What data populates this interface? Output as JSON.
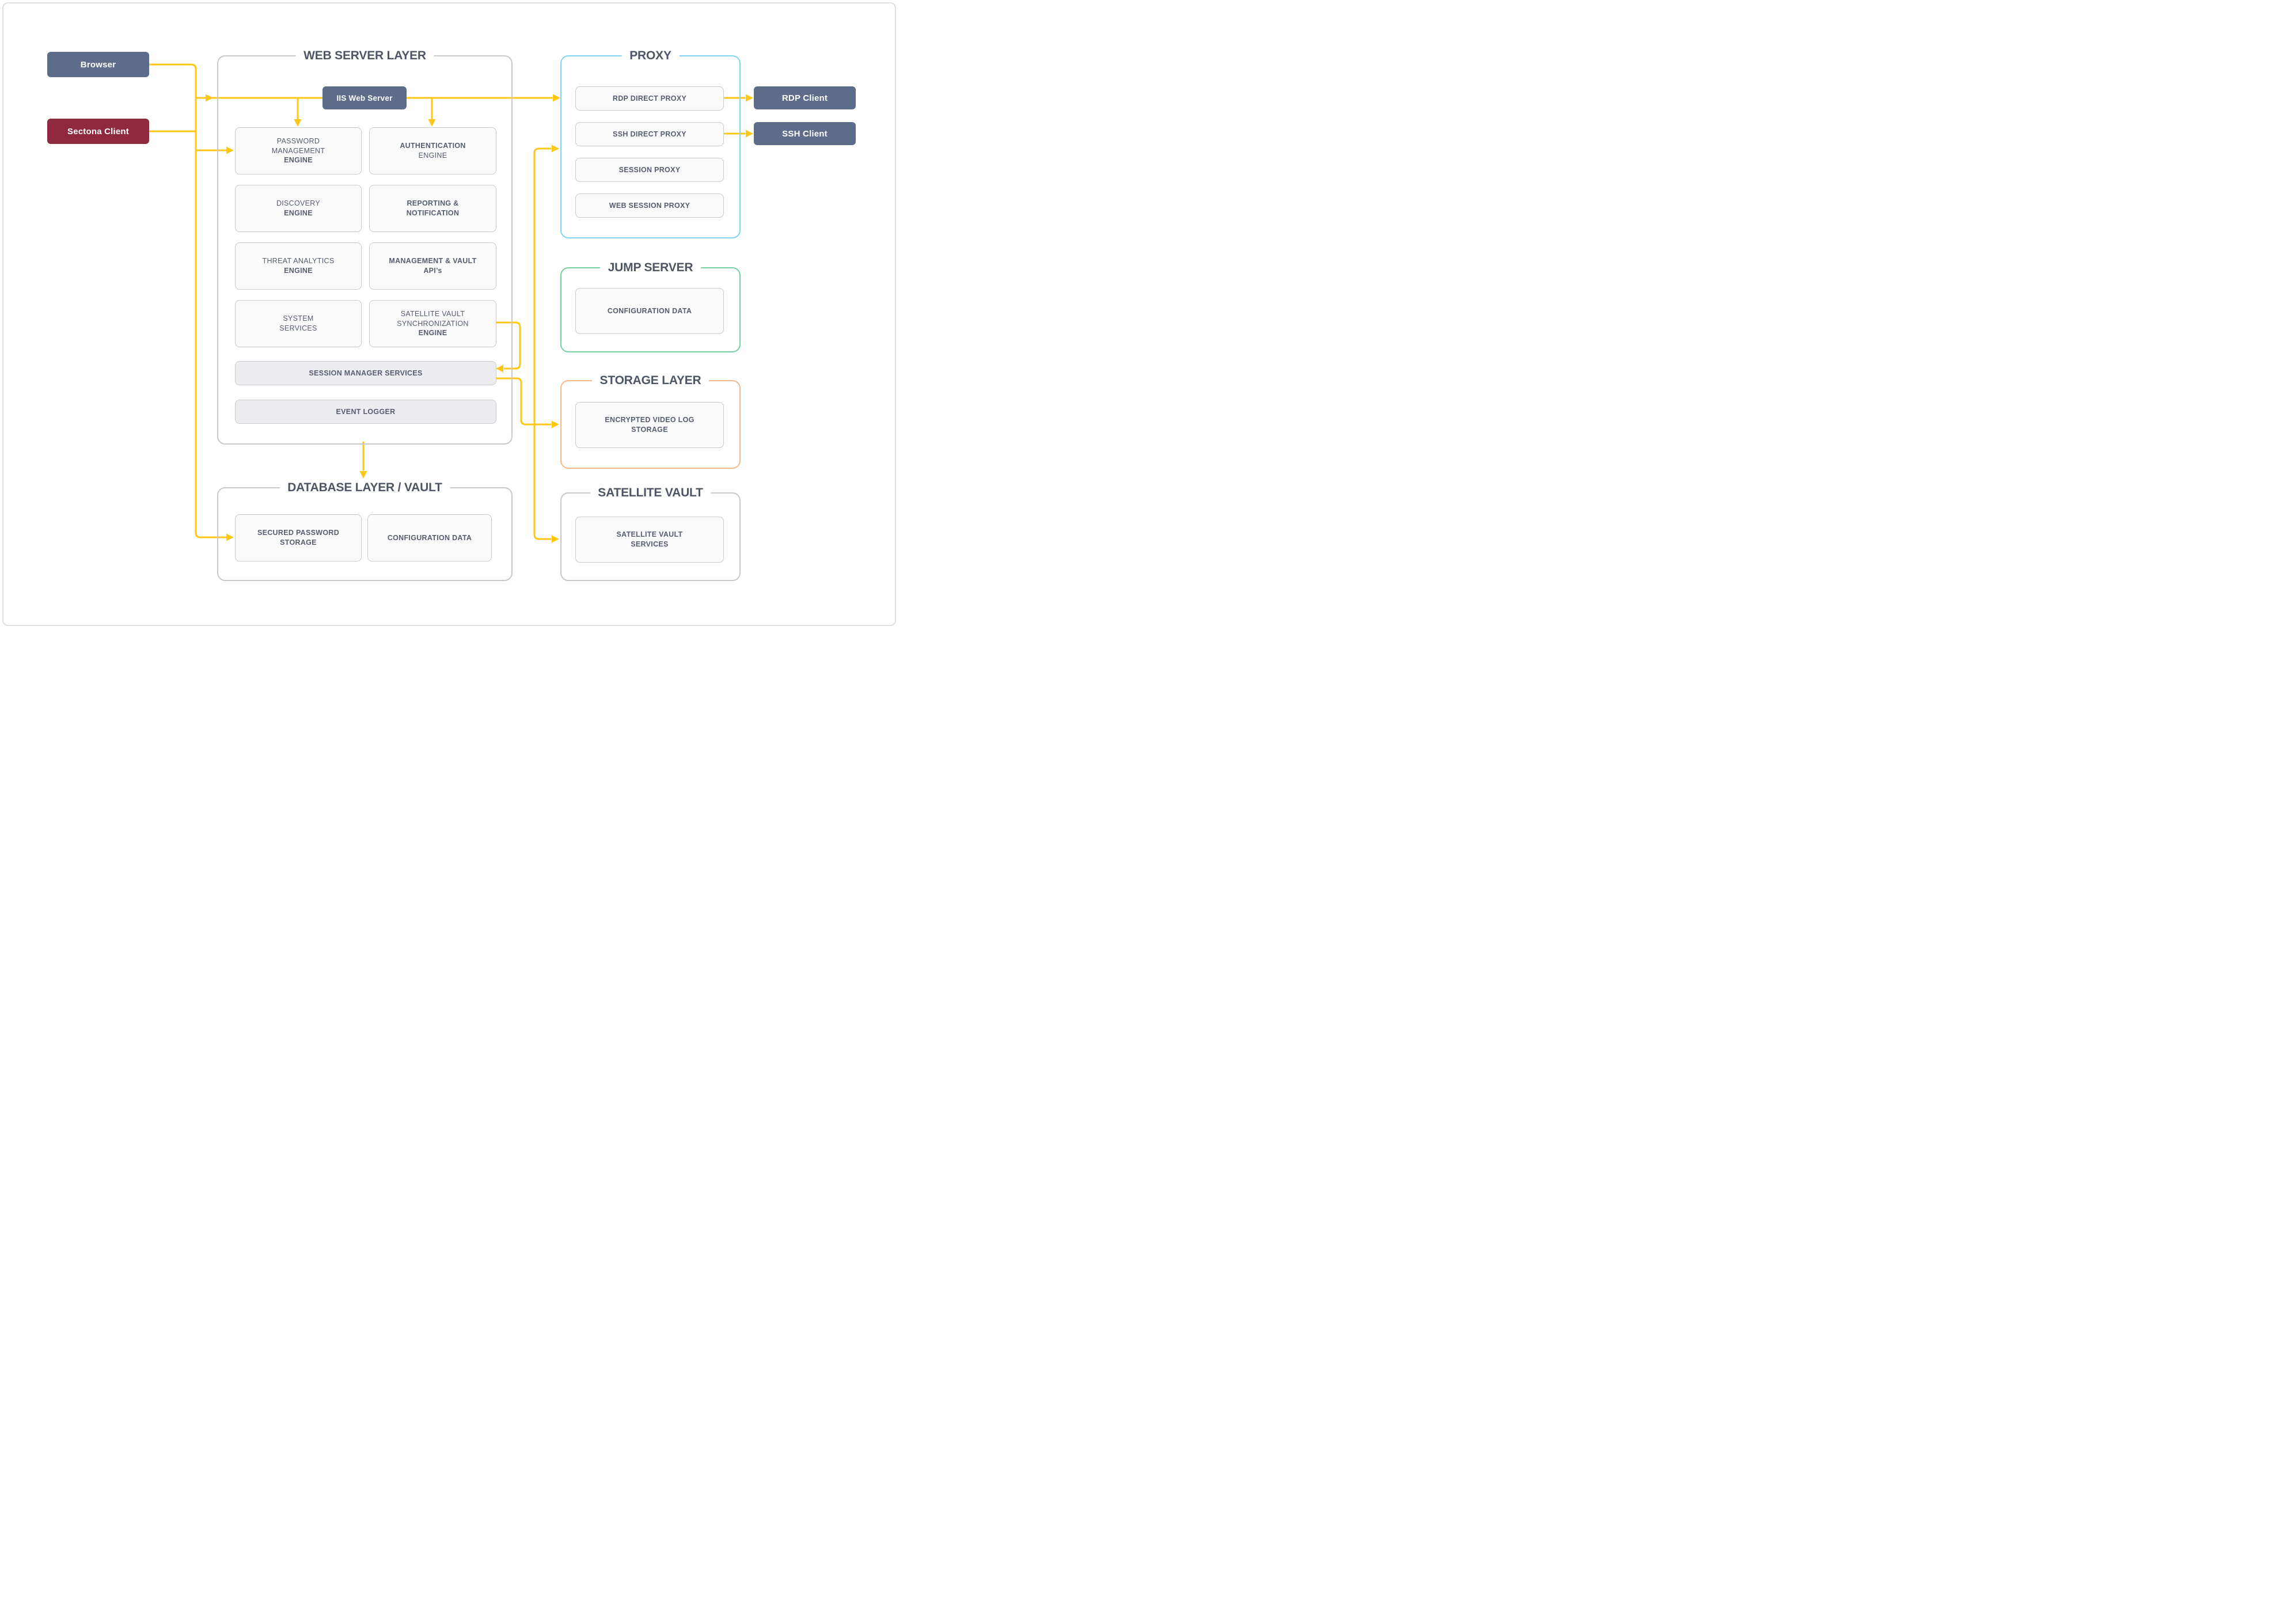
{
  "colors": {
    "node_slate": "#5d6d89",
    "node_maroon": "#8e2940",
    "connector_yellow": "#ffc613",
    "proxy_border": "#7fd6f2",
    "jump_border": "#74d1a0",
    "storage_border": "#f6b98e",
    "gray_border": "#c7c7cc",
    "title_text": "#4e5565",
    "box_text": "#565d6e",
    "box_fill": "#fafafb",
    "bar_fill": "#ededf1"
  },
  "nodes": {
    "browser": "Browser",
    "sectona_client": "Sectona Client",
    "iis": "IIS Web Server",
    "rdp_client": "RDP Client",
    "ssh_client": "SSH Client"
  },
  "web_server_layer": {
    "title": "WEB SERVER LAYER",
    "password_engine": {
      "l1": "PASSWORD",
      "l2": "MANAGEMENT",
      "l3": "ENGINE"
    },
    "authentication_engine": {
      "l1": "AUTHENTICATION",
      "l2": "ENGINE"
    },
    "discovery_engine": {
      "l1": "DISCOVERY",
      "l2": "ENGINE"
    },
    "reporting_notification": {
      "l1": "REPORTING &",
      "l2": "NOTIFICATION"
    },
    "threat_analytics_engine": {
      "l1": "THREAT ANALYTICS",
      "l2": "ENGINE"
    },
    "management_vault_apis": {
      "l1": "MANAGEMENT & VAULT",
      "l2": "API’s"
    },
    "system_services": {
      "l1": "SYSTEM",
      "l2": "SERVICES"
    },
    "satellite_vault_sync_engine": {
      "l1": "SATELLITE VAULT",
      "l2": "SYNCHRONIZATION",
      "l3": "ENGINE"
    },
    "session_manager": "SESSION MANAGER SERVICES",
    "event_logger": "EVENT LOGGER"
  },
  "proxy": {
    "title": "PROXY",
    "items": [
      "RDP DIRECT PROXY",
      "SSH DIRECT PROXY",
      "SESSION PROXY",
      "WEB SESSION PROXY"
    ]
  },
  "jump_server": {
    "title": "JUMP SERVER",
    "box": "CONFIGURATION DATA"
  },
  "storage_layer": {
    "title": "STORAGE LAYER",
    "box": {
      "l1": "ENCRYPTED VIDEO LOG",
      "l2": "STORAGE"
    }
  },
  "satellite_vault": {
    "title": "SATELLITE VAULT",
    "box": {
      "l1": "SATELLITE VAULT",
      "l2": "SERVICES"
    }
  },
  "database_layer": {
    "title": "DATABASE LAYER / VAULT",
    "box1": {
      "l1": "SECURED PASSWORD",
      "l2": "STORAGE"
    },
    "box2": "CONFIGURATION DATA"
  }
}
